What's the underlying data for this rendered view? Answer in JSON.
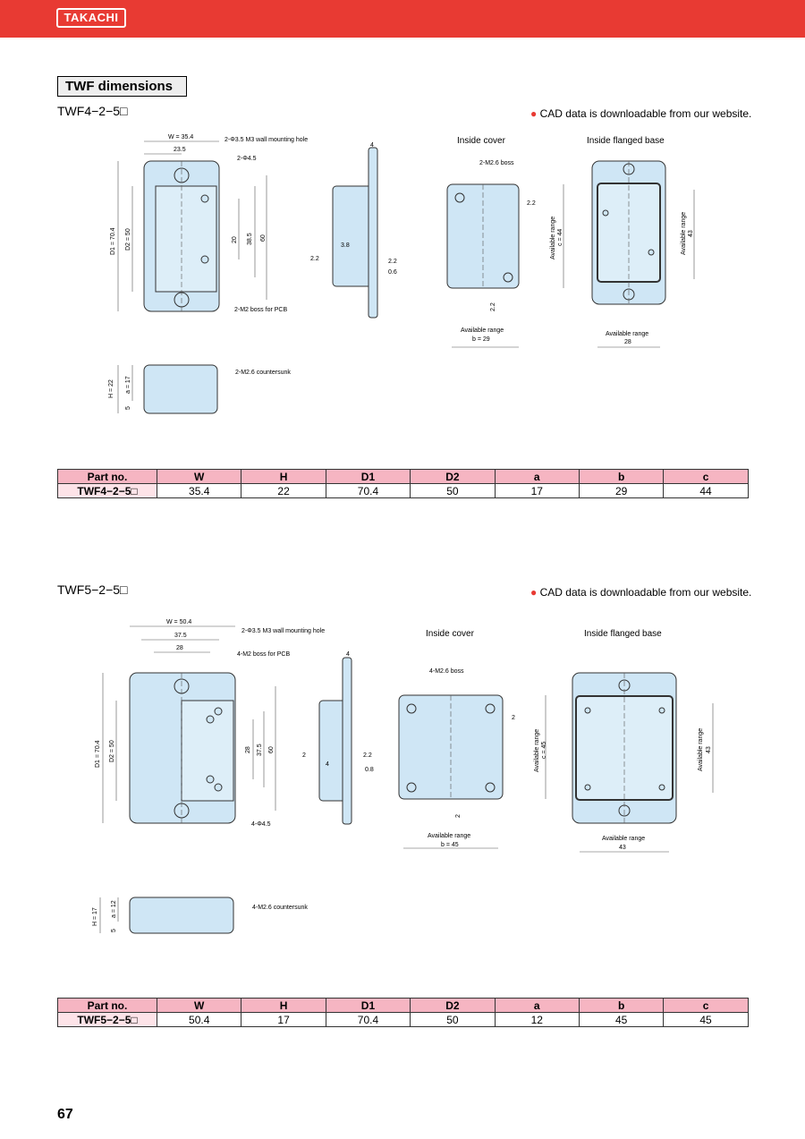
{
  "header": {
    "logo": "TAKACHI"
  },
  "section_title": "TWF dimensions",
  "cad_note": "CAD data is downloadable from our website.",
  "page_number": "67",
  "table_headers": [
    "Part no.",
    "W",
    "H",
    "D1",
    "D2",
    "a",
    "b",
    "c"
  ],
  "twf4": {
    "model": "TWF4−2−5□",
    "labels": {
      "w": "W = 35.4",
      "w2": "23.5",
      "wall_hole": "2-Φ3.5 M3 wall mounting hole",
      "phi45": "2-Φ4.5",
      "d1": "D1 = 70.4",
      "d2": "D2 = 50",
      "dim20": "20",
      "dim385": "38.5",
      "dim60": "60",
      "boss_pcb": "2-M2 boss for PCB",
      "side4": "4",
      "side38": "3.8",
      "side22a": "2.2",
      "side22b": "2.2",
      "side06": "0.6",
      "inside_cover": "Inside cover",
      "inside_base": "Inside flanged base",
      "m26boss": "2-M2.6 boss",
      "c22": "2.2",
      "c22b": "2.2",
      "avail": "Available range",
      "c44": "c = 44",
      "b29": "b = 29",
      "avail2": "Available range",
      "avail3": "Available range",
      "base43": "43",
      "base28": "28",
      "h22": "H = 22",
      "a17": "a = 17",
      "h5": "5",
      "countersunk": "2-M2.6 countersunk"
    },
    "row": [
      "TWF4−2−5□",
      "35.4",
      "22",
      "70.4",
      "50",
      "17",
      "29",
      "44"
    ]
  },
  "twf5": {
    "model": "TWF5−2−5□",
    "labels": {
      "w": "W = 50.4",
      "w2": "37.5",
      "w3": "28",
      "wall_hole": "2-Φ3.5 M3 wall mounting hole",
      "boss_pcb": "4-M2 boss for PCB",
      "d1": "D1 = 70.4",
      "d2": "D2 = 50",
      "dim28": "28",
      "dim375": "37.5",
      "dim60": "60",
      "phi45": "4-Φ4.5",
      "side4": "4",
      "side2": "2",
      "side4b": "4",
      "side22": "2.2",
      "side08": "0.8",
      "inside_cover": "Inside cover",
      "inside_base": "Inside flanged base",
      "m26boss": "4-M2.6 boss",
      "c2": "2",
      "c2b": "2",
      "avail": "Available range",
      "c45": "c = 45",
      "b45": "b = 45",
      "avail2": "Available range",
      "avail3": "Available range",
      "base43": "43",
      "base43b": "43",
      "h17": "H = 17",
      "a12": "a = 12",
      "h5": "5",
      "countersunk": "4-M2.6 countersunk"
    },
    "row": [
      "TWF5−2−5□",
      "50.4",
      "17",
      "70.4",
      "50",
      "12",
      "45",
      "45"
    ]
  },
  "colors": {
    "red": "#e83a33",
    "box_fill": "#cfe6f5",
    "header_pink": "#f6b5c2",
    "pn_pink": "#fde3e8"
  }
}
